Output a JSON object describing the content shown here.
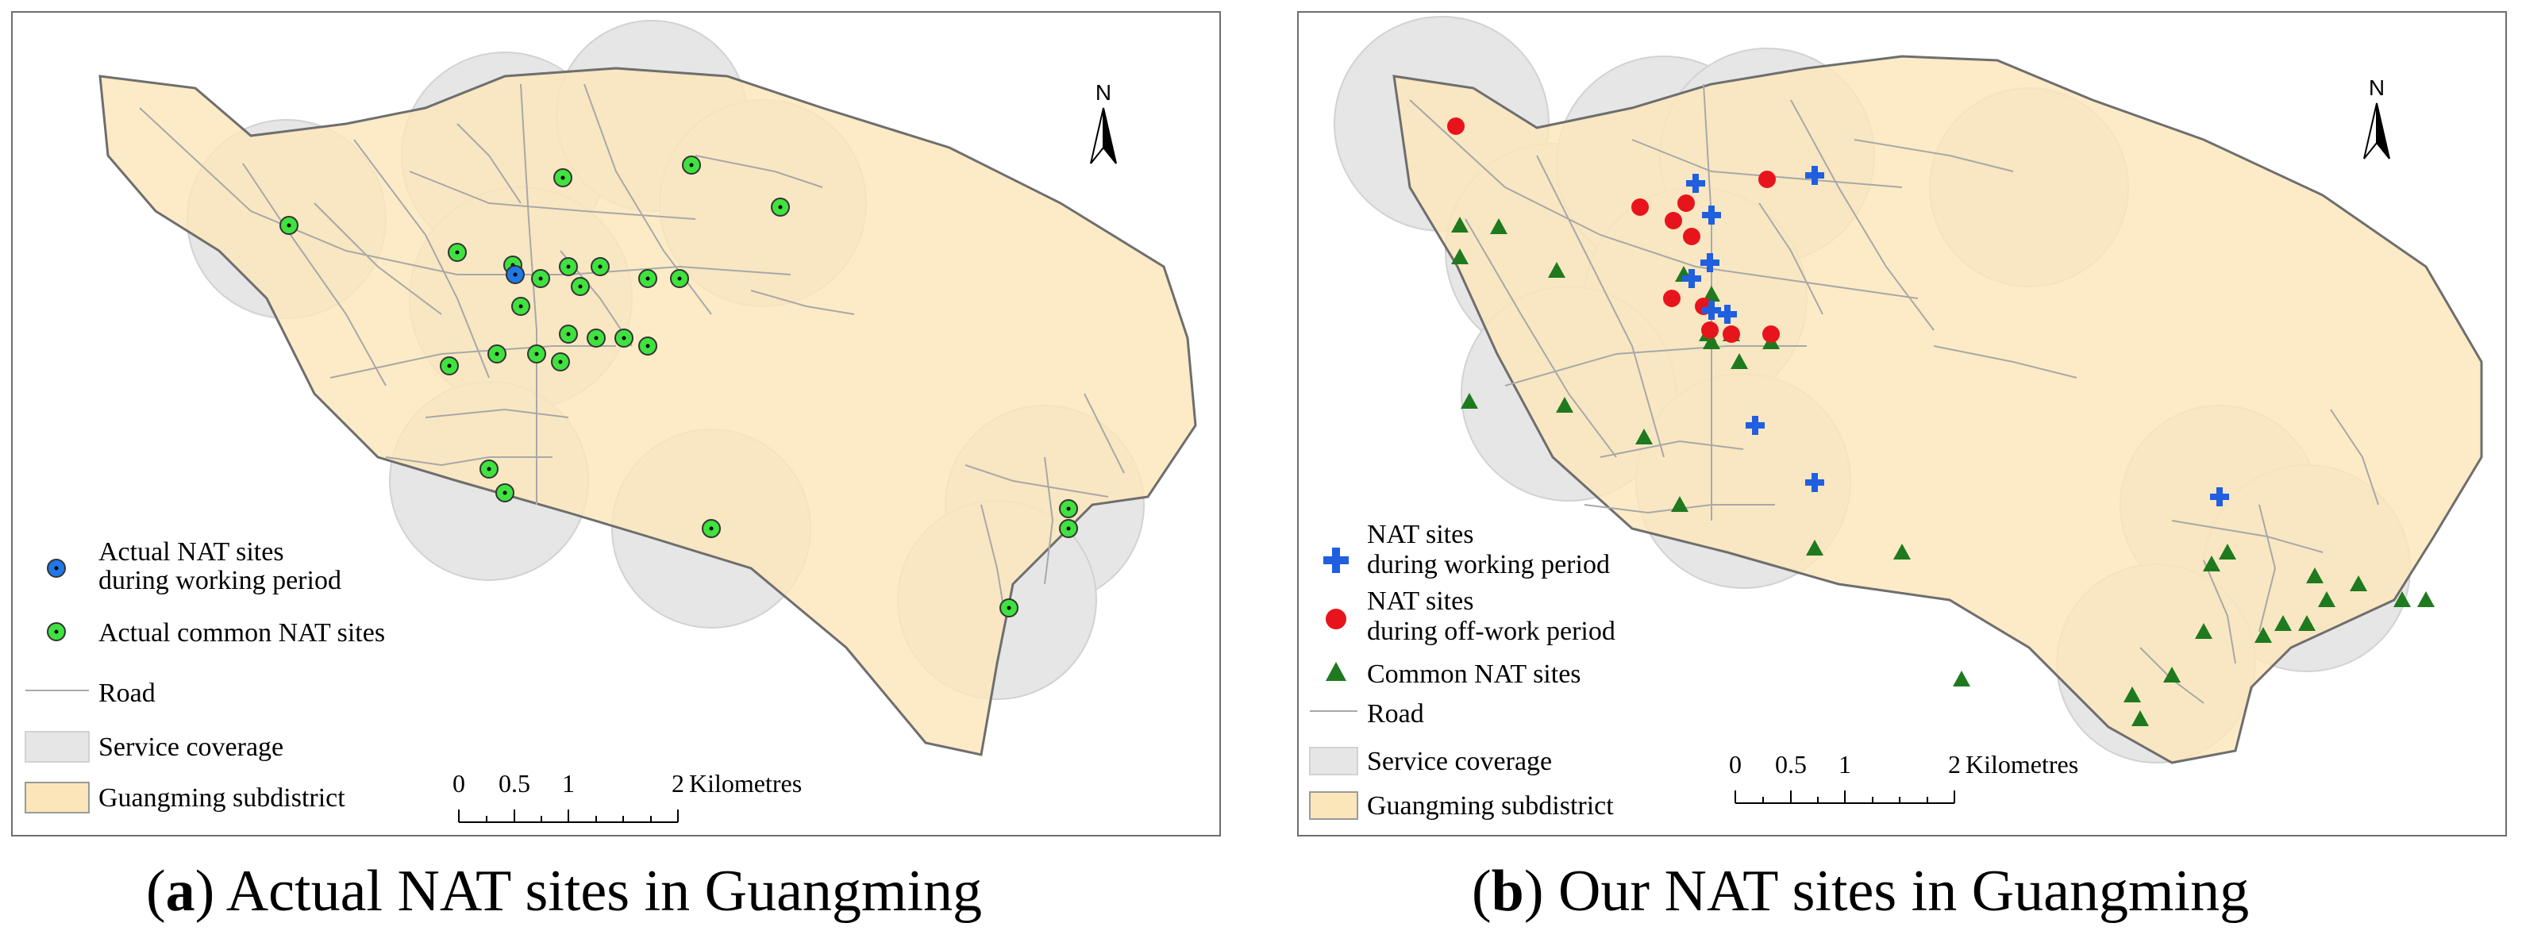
{
  "panels": [
    {
      "id": "a",
      "caption_tag": "a",
      "caption_text": "Actual NAT sites in Guangming",
      "north_label": "N",
      "legend": [
        {
          "symbol": "blue-dot",
          "lines": [
            "Actual NAT sites",
            "during working period"
          ]
        },
        {
          "symbol": "green-dot",
          "lines": [
            "Actual common NAT sites"
          ]
        },
        {
          "symbol": "road",
          "lines": [
            "Road"
          ]
        },
        {
          "symbol": "coverage",
          "lines": [
            "Service coverage"
          ]
        },
        {
          "symbol": "subdistrict",
          "lines": [
            "Guangming subdistrict"
          ]
        }
      ],
      "scale_bar": {
        "ticks": [
          "0",
          "0.5",
          "1",
          "2"
        ],
        "unit": "Kilometres"
      },
      "sites": {
        "working": [
          [
            633,
            330
          ]
        ],
        "common": [
          [
            348,
            268
          ],
          [
            693,
            208
          ],
          [
            855,
            192
          ],
          [
            967,
            245
          ],
          [
            560,
            302
          ],
          [
            630,
            318
          ],
          [
            665,
            335
          ],
          [
            700,
            320
          ],
          [
            715,
            345
          ],
          [
            740,
            320
          ],
          [
            800,
            335
          ],
          [
            840,
            335
          ],
          [
            640,
            370
          ],
          [
            700,
            405
          ],
          [
            735,
            410
          ],
          [
            770,
            410
          ],
          [
            800,
            420
          ],
          [
            660,
            430
          ],
          [
            610,
            430
          ],
          [
            550,
            445
          ],
          [
            690,
            440
          ],
          [
            600,
            575
          ],
          [
            620,
            605
          ],
          [
            880,
            650
          ],
          [
            1330,
            625
          ],
          [
            1330,
            650
          ],
          [
            1255,
            750
          ]
        ]
      },
      "colors": {
        "working": "#1f78e6",
        "common": "#3fe23f"
      }
    },
    {
      "id": "b",
      "caption_tag": "b",
      "caption_text": "Our NAT sites in Guangming",
      "north_label": "N",
      "legend": [
        {
          "symbol": "blue-cross",
          "lines": [
            "NAT sites",
            "during working period"
          ]
        },
        {
          "symbol": "red-dot",
          "lines": [
            "NAT sites",
            "during off-work period"
          ]
        },
        {
          "symbol": "green-triangle",
          "lines": [
            "Common NAT sites"
          ]
        },
        {
          "symbol": "road",
          "lines": [
            "Road"
          ]
        },
        {
          "symbol": "coverage",
          "lines": [
            "Service coverage"
          ]
        },
        {
          "symbol": "subdistrict",
          "lines": [
            "Guangming subdistrict"
          ]
        }
      ],
      "scale_bar": {
        "ticks": [
          "0",
          "0.5",
          "1",
          "2"
        ],
        "unit": "Kilometres"
      },
      "sites": {
        "working": [
          [
            500,
            215
          ],
          [
            520,
            255
          ],
          [
            650,
            205
          ],
          [
            495,
            335
          ],
          [
            518,
            315
          ],
          [
            520,
            375
          ],
          [
            540,
            380
          ],
          [
            575,
            520
          ],
          [
            650,
            592
          ],
          [
            1160,
            610
          ]
        ],
        "off_work": [
          [
            198,
            143
          ],
          [
            430,
            245
          ],
          [
            488,
            240
          ],
          [
            472,
            262
          ],
          [
            495,
            282
          ],
          [
            590,
            210
          ],
          [
            470,
            360
          ],
          [
            510,
            370
          ],
          [
            545,
            405
          ],
          [
            595,
            405
          ],
          [
            518,
            400
          ]
        ],
        "common": [
          [
            203,
            268
          ],
          [
            252,
            270
          ],
          [
            203,
            308
          ],
          [
            325,
            325
          ],
          [
            485,
            330
          ],
          [
            520,
            355
          ],
          [
            515,
            405
          ],
          [
            545,
            405
          ],
          [
            520,
            415
          ],
          [
            595,
            415
          ],
          [
            555,
            440
          ],
          [
            215,
            490
          ],
          [
            335,
            495
          ],
          [
            435,
            535
          ],
          [
            480,
            620
          ],
          [
            650,
            675
          ],
          [
            760,
            680
          ],
          [
            1170,
            680
          ],
          [
            1150,
            695
          ],
          [
            1280,
            710
          ],
          [
            1335,
            720
          ],
          [
            1270,
            770
          ],
          [
            1295,
            740
          ],
          [
            1140,
            780
          ],
          [
            1100,
            835
          ],
          [
            1050,
            860
          ],
          [
            835,
            840
          ],
          [
            1060,
            890
          ],
          [
            1240,
            770
          ],
          [
            1390,
            740
          ],
          [
            1420,
            740
          ],
          [
            1215,
            785
          ]
        ]
      },
      "colors": {
        "working": "#1f5fe0",
        "off_work": "#e8141c",
        "common": "#1f7a1f"
      }
    }
  ]
}
